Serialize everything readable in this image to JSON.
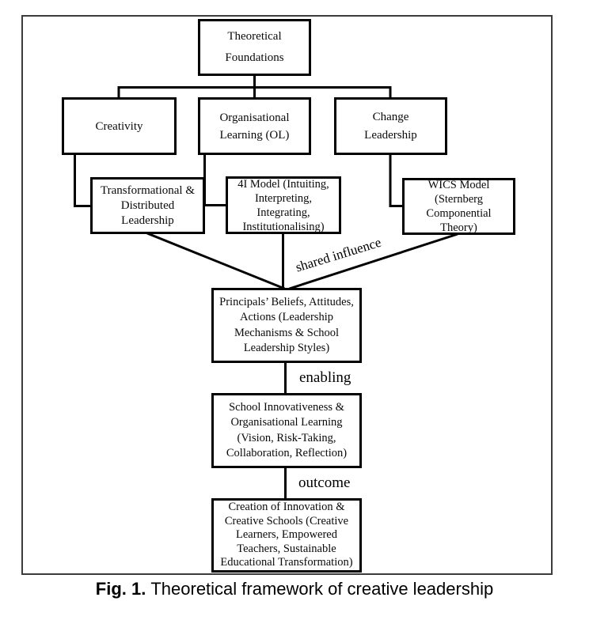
{
  "figure": {
    "caption_prefix": "Fig. 1.",
    "caption_text": "Theoretical framework of creative leadership"
  },
  "boxes": {
    "theoretical": "Theoretical\nFoundations",
    "creativity": "Creativity",
    "organisational": "Organisational\nLearning (OL)",
    "change": "Change\nLeadership",
    "transformational": "Transformational &\nDistributed\nLeadership",
    "four_i": "4I Model (Intuiting,\nInterpreting,\nIntegrating,\nInstitutionalising)",
    "wics": "WICS Model\n(Sternberg\nComponential\nTheory)",
    "principals": "Principals’ Beliefs, Attitudes,\nActions (Leadership\nMechanisms & School\nLeadership Styles)",
    "school": "School Innovativeness &\nOrganisational Learning\n(Vision, Risk-Taking,\nCollaboration, Reflection)",
    "creation": "Creation of Innovation &\nCreative Schools (Creative\nLearners, Empowered\nTeachers, Sustainable\nEducational Transformation)"
  },
  "edge_labels": {
    "shared_influence": "shared influence",
    "enabling": "enabling",
    "outcome": "outcome"
  },
  "colors": {
    "ink": "#000000",
    "frame_border": "#3c3c3c",
    "background": "#ffffff"
  }
}
